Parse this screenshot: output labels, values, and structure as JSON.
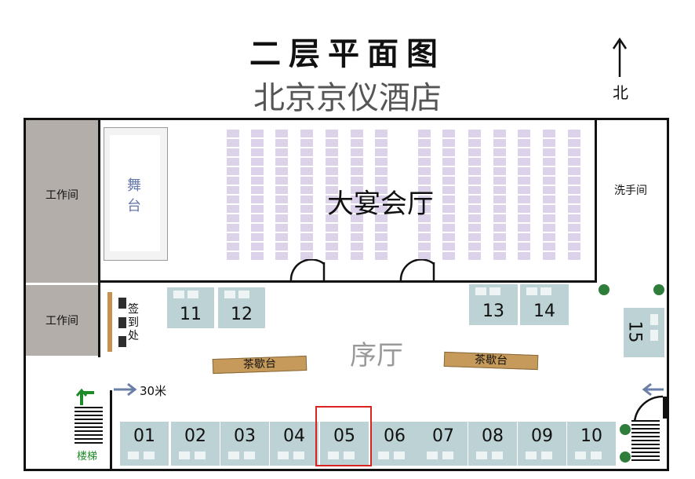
{
  "header": {
    "title": "二层平面图",
    "subtitle": "北京京仪酒店",
    "north_label": "北"
  },
  "rooms": {
    "work_upper": "工作间",
    "work_lower": "工作间",
    "stage": "舞台",
    "hall": "大宴会厅",
    "washroom": "洗手间",
    "foyer": "序厅",
    "signin": "签到处",
    "stairs": "楼梯"
  },
  "tea_stations": [
    "茶歇台",
    "茶歇台"
  ],
  "distance_label": "30米",
  "booths_bottom": [
    "01",
    "02",
    "03",
    "04",
    "05",
    "06",
    "07",
    "08",
    "09",
    "10"
  ],
  "booths_top": [
    "11",
    "12",
    "13",
    "14"
  ],
  "booth_side": "15",
  "highlighted_booth": "05",
  "colors": {
    "booth": "#bcd2d4",
    "seats": "#dcd3ea",
    "workroom": "#b3aeaa",
    "tea_station": "#c69a5a",
    "highlight": "#d8231f",
    "stairs_arrow": "#1f8a2a",
    "entrance_arrow": "#6a7fa8"
  }
}
